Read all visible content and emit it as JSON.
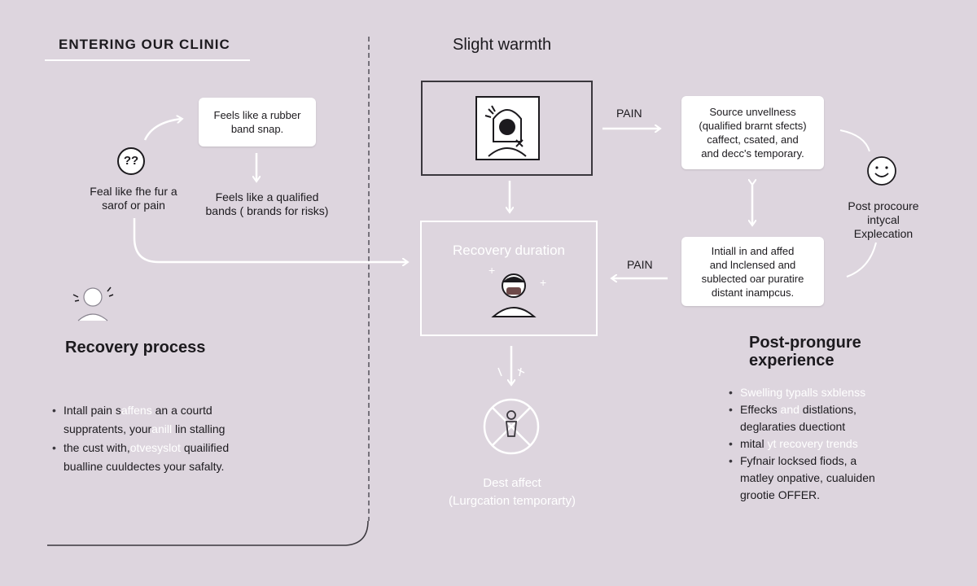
{
  "left": {
    "title": "ENTERING OUR CLINIC",
    "question_icon_text": "??",
    "card_rubber_band": [
      "Feels like a rubber",
      "band snap."
    ],
    "feel_note": [
      "Feal like fhe fur a",
      "sarof or pain"
    ],
    "qualified_note": [
      "Feels like a qualified",
      "bands ( brands for risks)"
    ],
    "recovery_heading": "Recovery process",
    "bullets": [
      {
        "pre": "Intall pain s",
        "faded": "affens",
        "post": " an a courtd",
        "dot": true
      },
      {
        "pre": "suppratents, your",
        "faded": "anill",
        "post": " lin stalling",
        "dot": false
      },
      {
        "pre": "the cust with,",
        "faded": "otvesyslot",
        "post": " quailified",
        "dot": true
      },
      {
        "pre": "bualline cuuldectes your safalty.",
        "faded": "",
        "post": "",
        "dot": false
      }
    ]
  },
  "center": {
    "heading": "Slight warmth",
    "pain_label_top": "PAIN",
    "pain_label_bottom": "PAIN",
    "recovery_label": "Recovery duration",
    "plus": "+",
    "result_lines": [
      "Dest affect",
      "(Lurgcation temporarty)"
    ]
  },
  "right": {
    "card_source": [
      "Source unvellness",
      "(qualified brarnt sfects)",
      "caffect, csated, and",
      "and decc's temporary."
    ],
    "card_initial": [
      "Intiall in and affed",
      "and lnclensed and",
      "sublected oar puratire",
      "distant inampcus."
    ],
    "post_procedure_note": [
      "Post procoure",
      "intycal",
      "Explecation"
    ],
    "experience_heading": [
      "Post-prongure",
      "experience"
    ],
    "bullets": [
      {
        "pre": "",
        "faded": "Swelling typalls sxblenss",
        "post": "",
        "dot": true
      },
      {
        "pre": "Effecks ",
        "faded": "and",
        "post": " distlations,",
        "dot": true
      },
      {
        "pre": "deglaraties duectiont",
        "faded": "",
        "post": "",
        "dot": false
      },
      {
        "pre": "mital ",
        "faded": "yt recovery trends",
        "post": "",
        "dot": true
      },
      {
        "pre": "Fyfnair locksed fiods, a",
        "faded": "",
        "post": "",
        "dot": true
      },
      {
        "pre": "matley onpative, cualuiden",
        "faded": "",
        "post": "",
        "dot": false
      },
      {
        "pre": "grootie OFFER.",
        "faded": "",
        "post": "",
        "dot": false
      }
    ]
  },
  "colors": {
    "background": "#ddd5de",
    "card": "#ffffff",
    "line": "#ffffff",
    "text": "#1c1a1e"
  }
}
